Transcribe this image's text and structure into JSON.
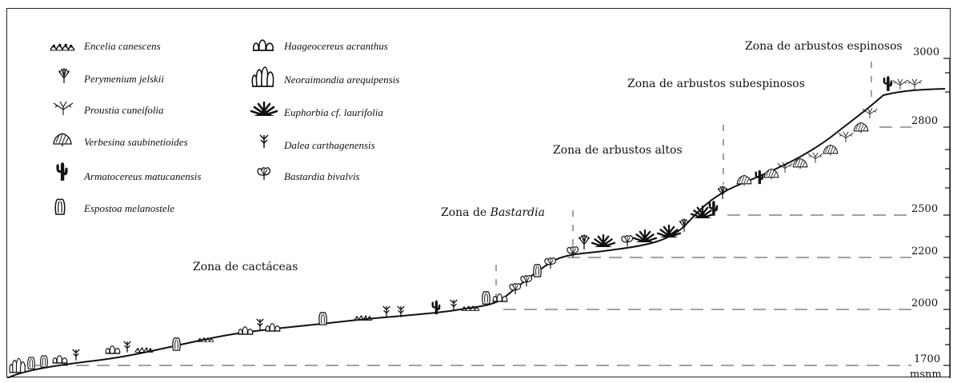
{
  "legend": [
    {
      "name": "Encelia canescens",
      "icon": "encelia-icon"
    },
    {
      "name": "Perymenium jelskii",
      "icon": "perymenium-icon"
    },
    {
      "name": "Proustia cuneifolia",
      "icon": "proustia-icon"
    },
    {
      "name": "Verbesina saubinetioides",
      "icon": "verbesina-icon"
    },
    {
      "name": "Armatocereus matucanensis",
      "icon": "armatocereus-icon"
    },
    {
      "name": "Espostoa melanostele",
      "icon": "espostoa-icon"
    },
    {
      "name": "Haageocereus acranthus",
      "icon": "haageocereus-icon"
    },
    {
      "name": "Neoraimondia arequipensis",
      "icon": "neoraimondia-icon"
    },
    {
      "name": "Euphorbia cf. laurifolia",
      "icon": "euphorbia-icon"
    },
    {
      "name": "Dalea carthagenensis",
      "icon": "dalea-icon"
    },
    {
      "name": "Bastardia bivalvis",
      "icon": "bastardia-icon"
    }
  ],
  "zones": {
    "cactaceas": "Zona de cactáceas",
    "bastardia_prefix": "Zona de ",
    "bastardia_genus": "Bastardia",
    "arbustos_altos": "Zona de arbustos altos",
    "subespinosos": "Zona de arbustos subespinosos",
    "espinosos": "Zona de arbustos espinosos"
  },
  "altitudes": [
    "3000",
    "2800",
    "2500",
    "2200",
    "2000",
    "1700"
  ],
  "altitude_unit": "msnm",
  "colors": {
    "ink": "#111111",
    "background": "#ffffff"
  }
}
